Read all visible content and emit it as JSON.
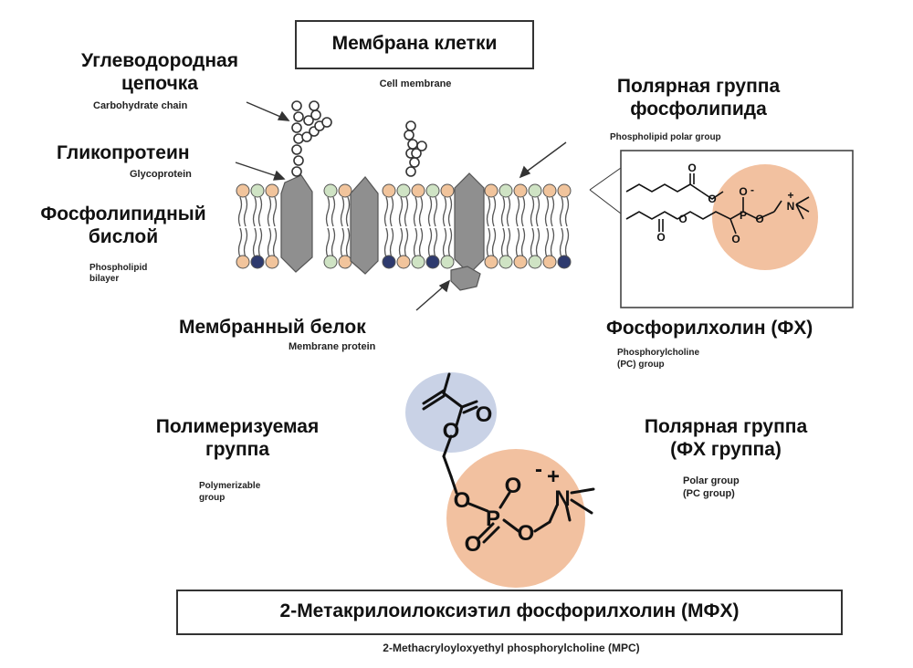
{
  "header": {
    "title_ru": "Мембрана клетки",
    "title_en": "Cell membrane"
  },
  "labels": {
    "carb_ru_1": "Углеводородная",
    "carb_ru_2": "цепочка",
    "carb_en": "Carbohydrate chain",
    "glyco_ru": "Гликопротеин",
    "glyco_en": "Glycoprotein",
    "bilayer_ru_1": "Фосфолипидный",
    "bilayer_ru_2": "бислой",
    "bilayer_en_1": "Phospholipid",
    "bilayer_en_2": "bilayer",
    "protein_ru": "Мембранный белок",
    "protein_en": "Membrane protein",
    "polar_ru_1": "Полярная группа",
    "polar_ru_2": "фосфолипида",
    "polar_en": "Phospholipid polar group",
    "pc_ru": "Фосфорилхолин (ФХ)",
    "pc_en_1": "Phosphorylcholine",
    "pc_en_2": "(PC) group",
    "polym_ru_1": "Полимеризуемая",
    "polym_ru_2": "группа",
    "polym_en_1": "Polymerizable",
    "polym_en_2": "group",
    "pcgroup_ru_1": "Полярная группа",
    "pcgroup_ru_2": "(ФХ группа)",
    "pcgroup_en_1": "Polar group",
    "pcgroup_en_2": "(PC group)"
  },
  "footer": {
    "title_ru": "2-Метакрилоилоксиэтил фосфорилхолин (МФХ)",
    "title_en": "2-Methacryloyloxyethyl phosphorylcholine (MPC)"
  },
  "chem": {
    "o": "O",
    "p": "P",
    "n": "N",
    "plus": "+",
    "minus": "-"
  },
  "colors": {
    "pc_circle": "#f2c1a0",
    "polym_circle": "#c9d2e6",
    "protein": "#8f8f8f",
    "head_orange": "#f1c49c",
    "head_green": "#cfe3c4",
    "head_navy": "#2e3a6e"
  }
}
